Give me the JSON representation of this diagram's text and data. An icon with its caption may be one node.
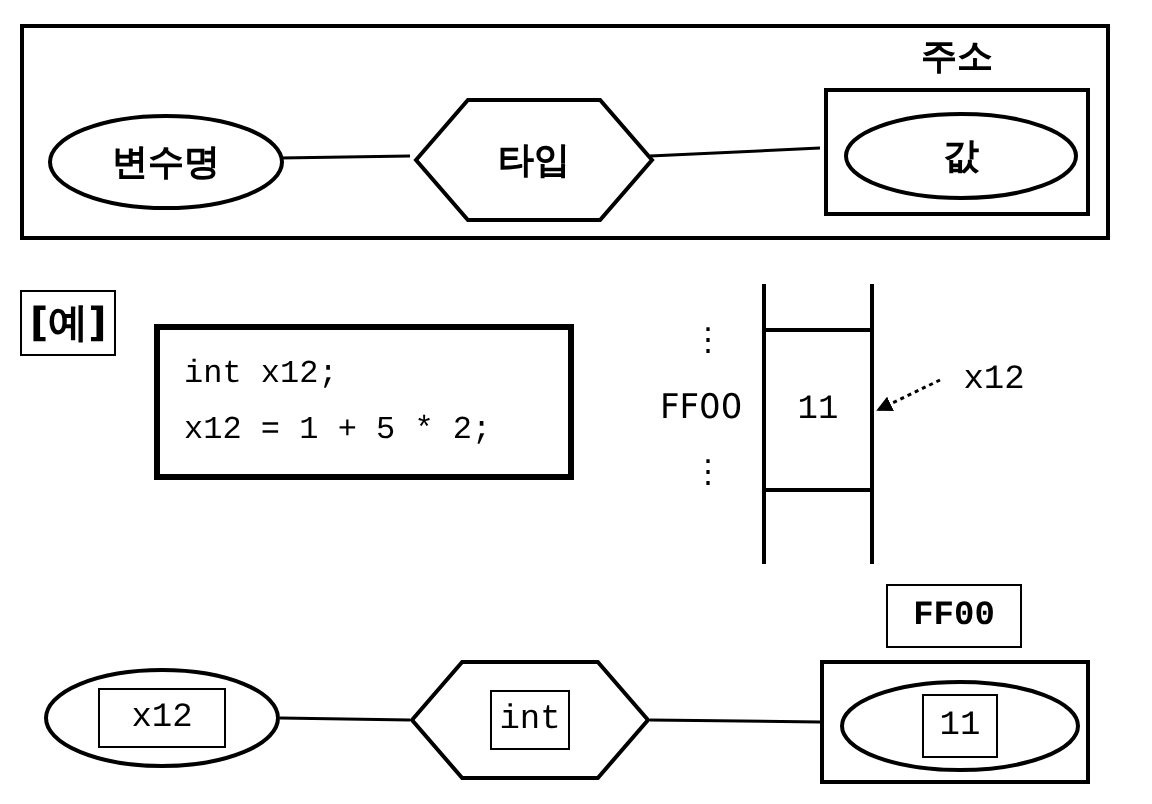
{
  "diagram": {
    "nodes": [
      {
        "text": [],
        "shape": "box"
      },
      {
        "text": [
          "변수명"
        ],
        "in": 0
      },
      {
        "text": [
          "타입"
        ],
        "in": 0
      },
      {
        "text": [
          "주소"
        ],
        "in": 0
      },
      {
        "text": [
          "값"
        ],
        "in": 3
      },
      {
        "text": [
          "int x12;",
          "x12 = 1 + 5 * 2;"
        ]
      },
      {
        "text": [
          "11"
        ]
      },
      {
        "text": [
          "x12"
        ]
      },
      {
        "text": [],
        "shape": "ellipse"
      },
      {
        "text": [
          "x12"
        ],
        "in": 8
      },
      {
        "text": [],
        "shape": "hexagon"
      },
      {
        "text": [
          "int"
        ],
        "in": 10
      },
      {
        "text": [],
        "shape": "box"
      },
      {
        "text": [
          "FF00"
        ]
      },
      {
        "text": [],
        "shape": "ellipse",
        "in": 12
      },
      {
        "text": [
          "11"
        ],
        "in": 14
      }
    ],
    "edges": [
      {
        "from": 1,
        "to": 2,
        "arrow": "none"
      },
      {
        "from": 2,
        "to": 3,
        "arrow": "none"
      },
      {
        "from": 7,
        "to": 6,
        "arrow": "to",
        "style": "dashed"
      },
      {
        "from": 8,
        "to": 10,
        "arrow": "none"
      },
      {
        "from": 10,
        "to": 12,
        "arrow": "none"
      }
    ],
    "labels": [
      "[예]",
      "⋮",
      "FF00",
      "⋮"
    ]
  }
}
